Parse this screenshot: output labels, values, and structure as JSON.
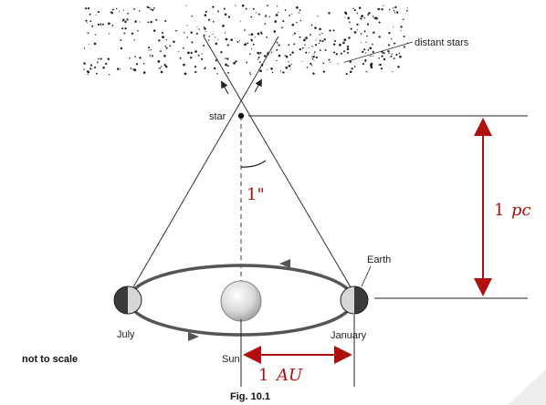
{
  "labels": {
    "distant_stars": "distant stars",
    "star": "star",
    "earth": "Earth",
    "july": "July",
    "january": "January",
    "sun": "Sun",
    "not_to_scale": "not to scale",
    "figure": "Fig. 10.1",
    "angle": "1\"",
    "parsec_num": "1",
    "parsec_unit": "pc",
    "au_num": "1",
    "au_unit": "AU"
  },
  "colors": {
    "annotation": "#b01010",
    "line": "#222222",
    "orbit": "#555555"
  }
}
